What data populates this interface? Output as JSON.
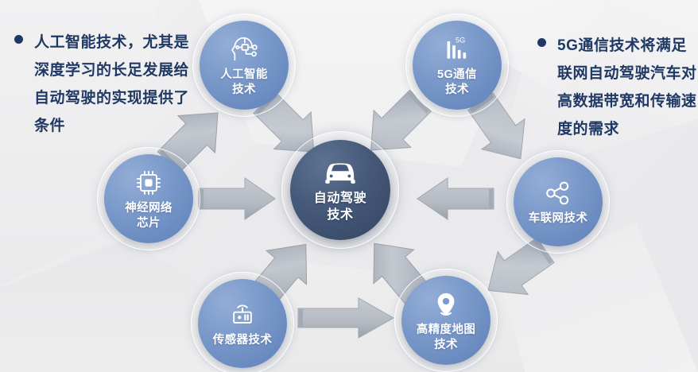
{
  "diagram": {
    "title_center": "自动驾驶技术",
    "center": {
      "label_line1": "自动驾驶",
      "label_line2": "技术",
      "icon": "car-icon",
      "color": "#3b4e6b"
    },
    "node_color": "#6e8ec4",
    "accent_text_color": "#1f3864",
    "arrow_color": "#b0b6bf",
    "nodes": [
      {
        "id": "ai",
        "icon": "ai-head-icon",
        "label_line1": "人工智能",
        "label_line2": "技术",
        "position": "top-left"
      },
      {
        "id": "fiveg",
        "icon": "signal-5g-icon",
        "label_line1": "5G通信",
        "label_line2": "技术",
        "position": "top-right"
      },
      {
        "id": "chip",
        "icon": "cpu-chip-icon",
        "label_line1": "神经网络",
        "label_line2": "芯片",
        "position": "left"
      },
      {
        "id": "iov",
        "icon": "share-node-icon",
        "label_line1": "车联网技术",
        "label_line2": "",
        "position": "right"
      },
      {
        "id": "sensor",
        "icon": "sensor-icon",
        "label_line1": "传感器技术",
        "label_line2": "",
        "position": "bottom-left"
      },
      {
        "id": "hdmap",
        "icon": "map-pin-icon",
        "label_line1": "高精度地图",
        "label_line2": "技术",
        "position": "bottom-right"
      }
    ],
    "callouts": [
      {
        "id": "left-callout",
        "bullet_color": "#1f3864",
        "text": "人工智能技术，尤其是深度学习的长足发展给自动驾驶的实现提供了条件"
      },
      {
        "id": "right-callout",
        "bullet_color": "#1f3864",
        "text": "5G通信技术将满足联网自动驾驶汽车对高数据带宽和传输速度的需求"
      }
    ],
    "arrows": [
      {
        "id": "chip-to-ai",
        "direction": "up-right"
      },
      {
        "id": "ai-to-center",
        "direction": "down-right"
      },
      {
        "id": "fiveg-to-center",
        "direction": "down-left"
      },
      {
        "id": "fiveg-to-iov",
        "direction": "down-right"
      },
      {
        "id": "chip-to-center",
        "direction": "right"
      },
      {
        "id": "iov-to-center",
        "direction": "left"
      },
      {
        "id": "sensor-to-center",
        "direction": "up-right"
      },
      {
        "id": "hdmap-to-center",
        "direction": "up-left"
      },
      {
        "id": "sensor-to-hdmap",
        "direction": "right"
      },
      {
        "id": "iov-to-hdmap",
        "direction": "down-left"
      }
    ]
  }
}
